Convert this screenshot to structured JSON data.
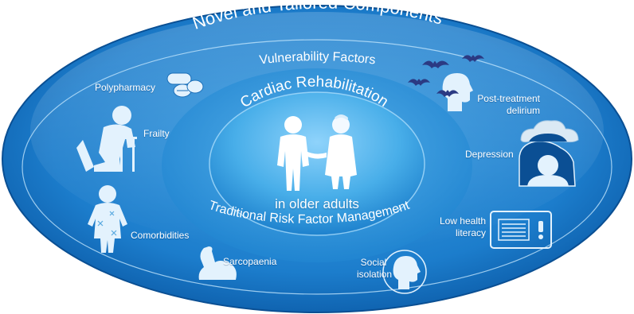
{
  "outer_title": "Novel and Tailored Components",
  "vulnerability_title": "Vulnerability Factors",
  "center": {
    "title": "Cardiac Rehabilitation",
    "subtitle": "in older adults",
    "traditional": "Traditional Risk Factor Management"
  },
  "factors": {
    "polypharmacy": "Polypharmacy",
    "frailty": "Frailty",
    "comorbidities": "Comorbidities",
    "sarcopaenia": "Sarcopaenia",
    "social_isolation": [
      "Social",
      "isolation"
    ],
    "low_health_literacy": [
      "Low health",
      "literacy"
    ],
    "depression": "Depression",
    "post_treatment_delirium": [
      "Post-treatment",
      "delirium"
    ]
  },
  "colors": {
    "outer_light": "#4aa8e6",
    "outer_dark": "#0a5aa8",
    "ring_line": "#bfe3fb",
    "inner_light": "#6cc4f5",
    "inner_dark": "#1276c6",
    "icon_fill": "#e3f2fd"
  }
}
